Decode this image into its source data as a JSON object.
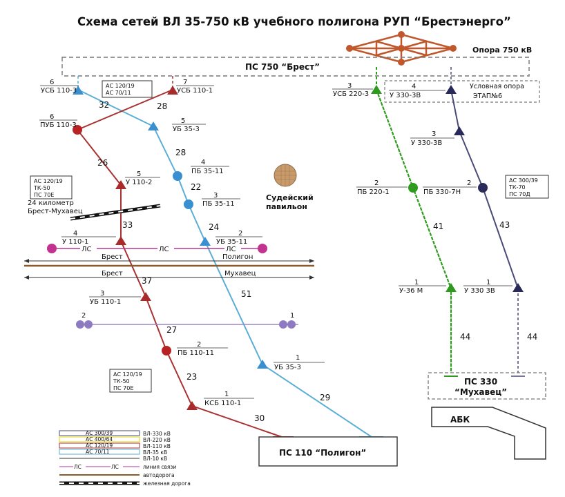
{
  "title": "Схема сетей ВЛ 35-750 кВ учебного полигона РУП “Брестэнерго”",
  "colors": {
    "vl330": "#4a4a7a",
    "vl220": "#2e9a1e",
    "vl110": "#a83232",
    "vl35": "#5aaed6",
    "vl10": "#333333",
    "comm": "#b5358f",
    "road": "#8a5a2a",
    "tower": "#c0582c"
  },
  "tower750_label": "Опора 750 кВ",
  "substations": {
    "brest": "ПС 750 “Брест”",
    "mukhavets_1": "ПС 330",
    "mukhavets_2": "“Мухавец”",
    "poligon": "ПС 110 “Полигон”",
    "abk": "АБК"
  },
  "conditional_support": {
    "line1": "Условная опора",
    "line2": "ЭТАП№6"
  },
  "pavilion": {
    "line1": "Судейский",
    "line2": "павильон"
  },
  "railway_km": {
    "line1": "24 километр",
    "line2": "Брест-Мухавец"
  },
  "wire_boxes": {
    "top": [
      "АС 120/19",
      "АС 70/11"
    ],
    "left_mid": [
      "АС 120/19",
      "ТК-50",
      "ПС 70Е"
    ],
    "left_low": [
      "АС 120/19",
      "ТК-50",
      "ПС 70Е"
    ],
    "right": [
      "АС 300/39",
      "ТК-70",
      "ПС 70Д"
    ]
  },
  "supports": {
    "usb110_3": {
      "num": "6",
      "name": "УСБ 110-3"
    },
    "usb110_1": {
      "num": "7",
      "name": "УСБ 110-1"
    },
    "pub110_3": {
      "num": "6",
      "name": "ПУБ 110-3"
    },
    "ub35_3a": {
      "num": "5",
      "name": "УБ 35-3"
    },
    "pb35_11a": {
      "num": "4",
      "name": "ПБ 35-11"
    },
    "pb35_11b": {
      "num": "3",
      "name": "ПБ 35-11"
    },
    "u110_2": {
      "num": "5",
      "name": "У 110-2"
    },
    "u110_1": {
      "num": "4",
      "name": "У 110-1"
    },
    "ub35_11": {
      "num": "2",
      "name": "УБ 35-11"
    },
    "ub110_1": {
      "num": "3",
      "name": "УБ 110-1"
    },
    "pb110_11": {
      "num": "2",
      "name": "ПБ 110-11"
    },
    "ub35_3b": {
      "num": "1",
      "name": "УБ 35-3"
    },
    "ksb110_1": {
      "num": "1",
      "name": "КСБ 110-1"
    },
    "usb220_3": {
      "num": "3",
      "name": "УСБ 220-3"
    },
    "pb220_1": {
      "num": "2",
      "name": "ПБ 220-1"
    },
    "u36m": {
      "num": "1",
      "name": "У-36 М"
    },
    "u330_3v_top": {
      "num": "4",
      "name": "У 330-3В"
    },
    "u330_3v_mid": {
      "num": "3",
      "name": "У 330-3В"
    },
    "pb330_7n": {
      "num": "2",
      "name": "ПБ 330-7Н"
    },
    "u330_3v_bot": {
      "num": "1",
      "name": "У 330 3В"
    }
  },
  "spans": [
    "32",
    "28",
    "28",
    "26",
    "22",
    "24",
    "33",
    "37",
    "27",
    "23",
    "30",
    "51",
    "29",
    "41",
    "43",
    "44",
    "44"
  ],
  "comm_labels": [
    "ЛС",
    "ЛС",
    "ЛС"
  ],
  "comm_nums": [
    "2",
    "1"
  ],
  "roads": {
    "brest1": "Брест",
    "poligon": "Полигон",
    "brest2": "Брест",
    "mukhavets": "Мухавец"
  },
  "legend": [
    {
      "wire": "АС 300/39",
      "label": "ВЛ-330 кВ",
      "color": "#4a4a7a"
    },
    {
      "wire": "АС 400/64",
      "label": "ВЛ-220 кВ",
      "color": "#e6d400"
    },
    {
      "wire": "АС 120/19",
      "label": "ВЛ-110 кВ",
      "color": "#a83232"
    },
    {
      "wire": "АС 70/11",
      "label": "ВЛ-35 кВ",
      "color": "#5aaed6"
    },
    {
      "wire": "",
      "label": "ВЛ-10 кВ",
      "color": "#333333"
    },
    {
      "wire": "",
      "label": "линия связи",
      "color": "#b5358f"
    },
    {
      "wire": "",
      "label": "автодорога",
      "color": "#8a5a2a"
    },
    {
      "wire": "",
      "label": "железная дорога",
      "color": "#222222"
    }
  ],
  "legend_ls": "ЛС"
}
